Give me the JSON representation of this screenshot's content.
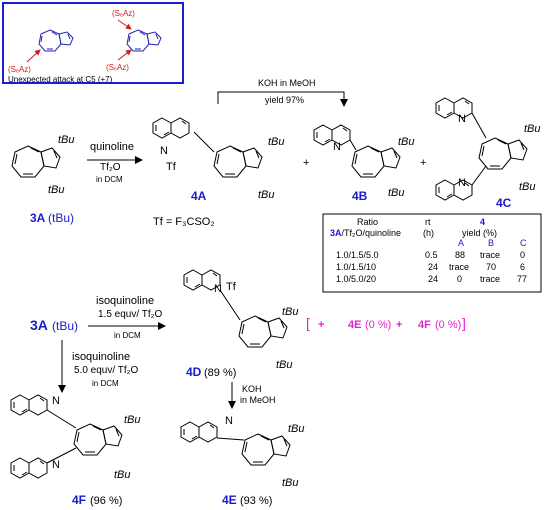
{
  "inset": {
    "label_left": "(SₑAz)",
    "label_right_top": "(SₑAz)",
    "label_right_bottom": "(SₑAz)",
    "caption": "Unexpected attack at C5 (+7)",
    "border_color": "#1c1cd6",
    "arrow_color": "#d21d1d"
  },
  "top_reaction": {
    "start_label": "3A",
    "start_suffix": "(tBu)",
    "reagent": "quinoline",
    "reagent2": "Tf₂O",
    "solvent": "in DCM",
    "koh": "KOH in MeOH",
    "yield": "yield 97%",
    "plus1": "+",
    "plus2": "+",
    "tf_def": "Tf = F₃CSO₂",
    "products": [
      "4A",
      "4B",
      "4C"
    ]
  },
  "tbu": "tBu",
  "tf": "Tf",
  "n": "N",
  "table": {
    "h_ratio": "Ratio",
    "h_ratio2": "3A/Tf₂O/quinoline",
    "h_rt": "rt",
    "h_rt_unit": "(h)",
    "h_num": "4",
    "h_yield": "yield  (%)",
    "cols": [
      "A",
      "B",
      "C"
    ],
    "rows": [
      {
        "ratio": "1.0/1.5/5.0",
        "rt": "0.5",
        "a": "88",
        "b": "trace",
        "c": "0"
      },
      {
        "ratio": "1.0/1.5/10",
        "rt": "24",
        "a": "trace",
        "b": "70",
        "c": "6"
      },
      {
        "ratio": "1.0/5.0/20",
        "rt": "24",
        "a": "0",
        "b": "trace",
        "c": "77"
      }
    ]
  },
  "bottom_reaction": {
    "start_label": "3A",
    "start_suffix": "(tBu)",
    "reagent": "isoquinoline",
    "equiv1": "1.5 equv/ Tf₂O",
    "solvent": "in DCM",
    "reagent_down": "isoquinoline",
    "equiv2": "5.0 equv/ Tf₂O",
    "solvent_down": "in DCM",
    "koh1": "KOH",
    "koh2": "in MeOH",
    "p4d": "4D",
    "p4d_yield": "(89 %)",
    "bracket_plus1": "+",
    "p4e_m": "4E",
    "p4e_m_yield": "(0 %)",
    "bracket_plus2": "+",
    "p4f_m": "4F",
    "p4f_m_yield": "(0 %)",
    "p4f": "4F",
    "p4f_yield": "(96 %)",
    "p4e": "4E",
    "p4e_yield": "(93 %)"
  }
}
